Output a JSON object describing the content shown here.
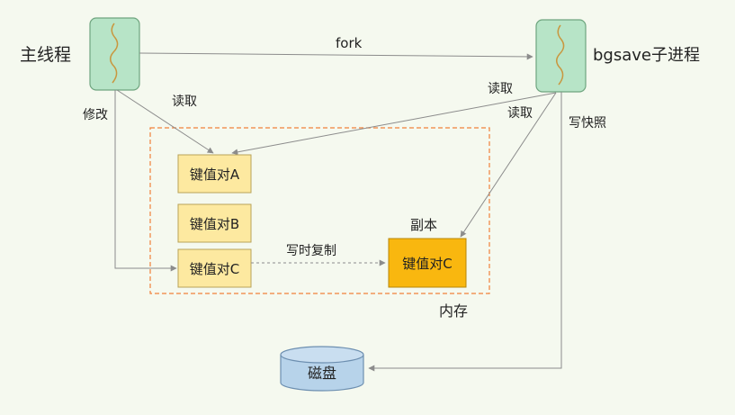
{
  "labels": {
    "main_thread": "主线程",
    "child_process": "bgsave子进程",
    "fork": "fork",
    "modify": "修改",
    "read_main": "读取",
    "read_child_1": "读取",
    "read_child_2": "读取",
    "write_snapshot": "写快照",
    "copy_on_write": "写时复制",
    "replica": "副本",
    "memory": "内存",
    "disk": "磁盘"
  },
  "kv_pairs": [
    {
      "label": "键值对A"
    },
    {
      "label": "键值对B"
    },
    {
      "label": "键值对C"
    }
  ],
  "replica_kv": {
    "label": "键值对C"
  },
  "colors": {
    "process_fill": "#b7e4c7",
    "process_stroke": "#6fa57f",
    "squiggle": "#c9973f",
    "kv_fill": "#fde9a0",
    "kv_stroke": "#b9a35a",
    "replica_fill": "#f9b70f",
    "replica_stroke": "#b6860a",
    "memory_border": "#f0813b",
    "disk_fill": "#b7d3ea",
    "disk_stroke": "#6d8fb0",
    "arrow": "#8c8c8c"
  }
}
